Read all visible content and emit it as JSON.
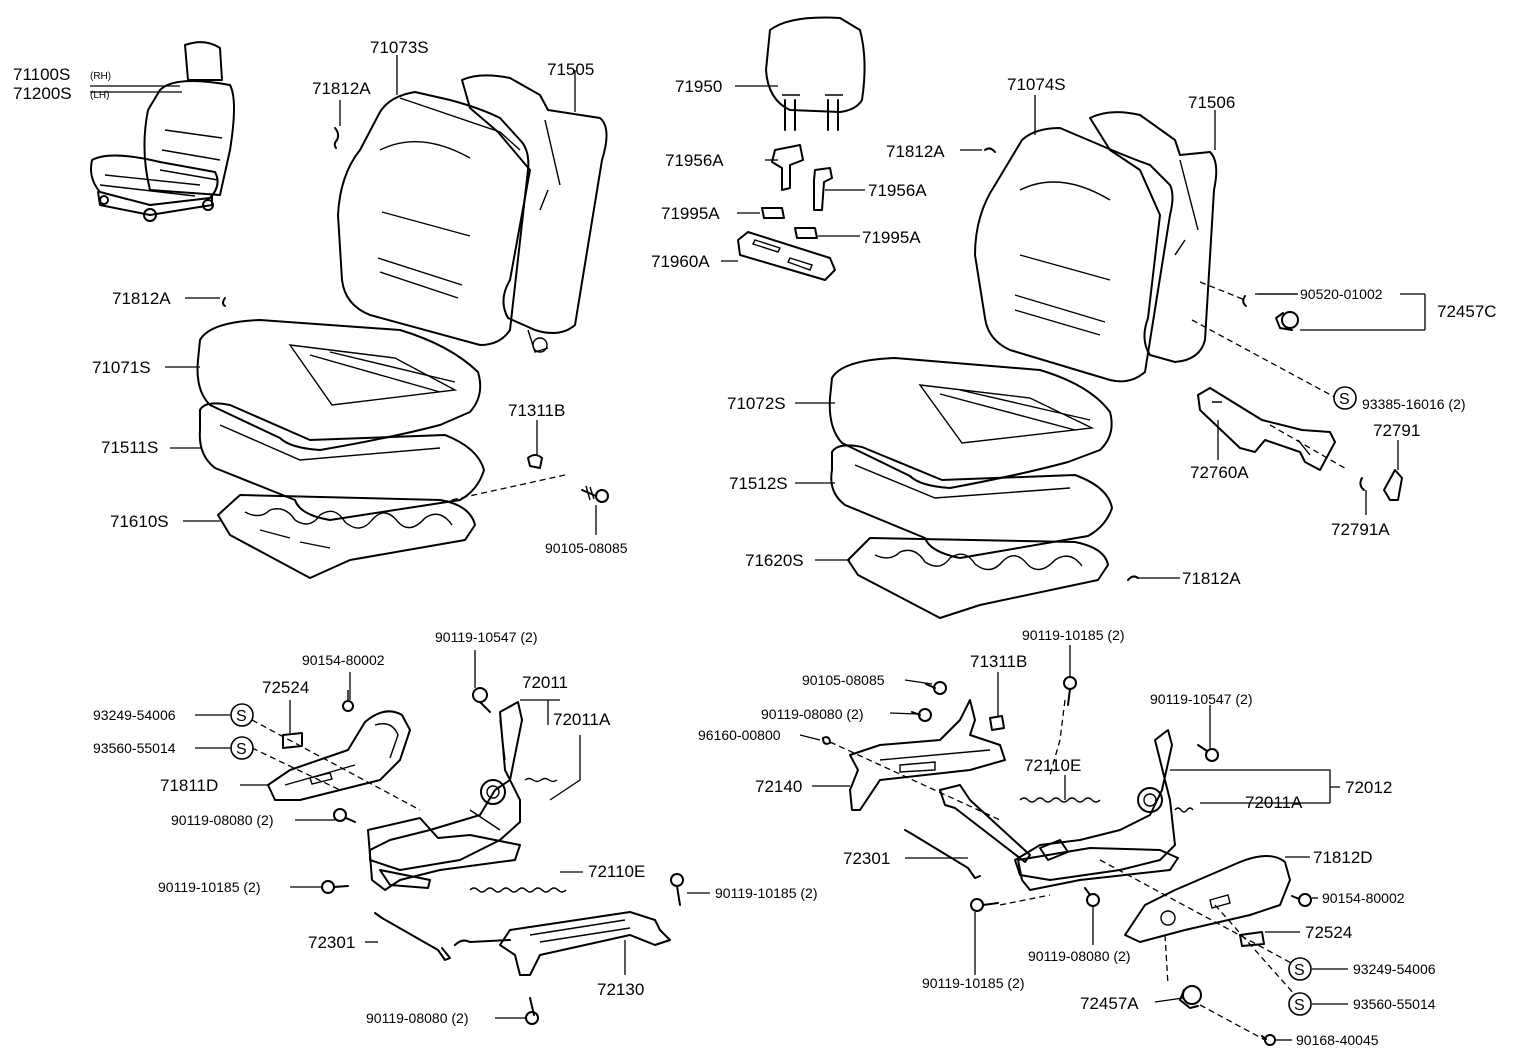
{
  "labels": {
    "p71100S": "71100S",
    "p71200S": "71200S",
    "rh": "(RH)",
    "lh": "(LH)",
    "p71073S": "71073S",
    "p71505": "71505",
    "p71812A_1": "71812A",
    "p71812A_2": "71812A",
    "p71071S": "71071S",
    "p71511S": "71511S",
    "p71610S": "71610S",
    "p71311B_1": "71311B",
    "p90105_08085_1": "90105-08085",
    "p71950": "71950",
    "p71956A_1": "71956A",
    "p71956A_2": "71956A",
    "p71995A_1": "71995A",
    "p71995A_2": "71995A",
    "p71960A": "71960A",
    "p71074S": "71074S",
    "p71506": "71506",
    "p71812A_3": "71812A",
    "p90520_01002": "90520-01002",
    "p72457C": "72457C",
    "p93385_16016": "93385-16016 (2)",
    "p72791": "72791",
    "p72760A": "72760A",
    "p72791A": "72791A",
    "p71072S": "71072S",
    "p71512S": "71512S",
    "p71620S": "71620S",
    "p71812A_4": "71812A",
    "p90119_10547_1": "90119-10547 (2)",
    "p90154_80002_1": "90154-80002",
    "p72524_1": "72524",
    "p72011": "72011",
    "p72011A_1": "72011A",
    "p93249_54006_1": "93249-54006",
    "p93560_55014_1": "93560-55014",
    "p71811D": "71811D",
    "p90119_08080_1": "90119-08080 (2)",
    "p90119_10185_1": "90119-10185 (2)",
    "p72110E_1": "72110E",
    "p90119_10185_2": "90119-10185 (2)",
    "p72301_1": "72301",
    "p72130": "72130",
    "p90119_08080_2": "90119-08080 (2)",
    "p90119_10185_3": "90119-10185 (2)",
    "p71311B_2": "71311B",
    "p90105_08085_2": "90105-08085",
    "p90119_08080_3": "90119-08080 (2)",
    "p96160_00800": "96160-00800",
    "p72140": "72140",
    "p90119_10547_2": "90119-10547 (2)",
    "p72110E_2": "72110E",
    "p72012": "72012",
    "p72011A_2": "72011A",
    "p72301_2": "72301",
    "p71812D": "71812D",
    "p90154_80002_2": "90154-80002",
    "p72524_2": "72524",
    "p90119_10185_4": "90119-10185 (2)",
    "p90119_08080_4": "90119-08080 (2)",
    "p93249_54006_2": "93249-54006",
    "p93560_55014_2": "93560-55014",
    "p72457A": "72457A",
    "p90168_40045": "90168-40045",
    "s_symbol": "S"
  }
}
